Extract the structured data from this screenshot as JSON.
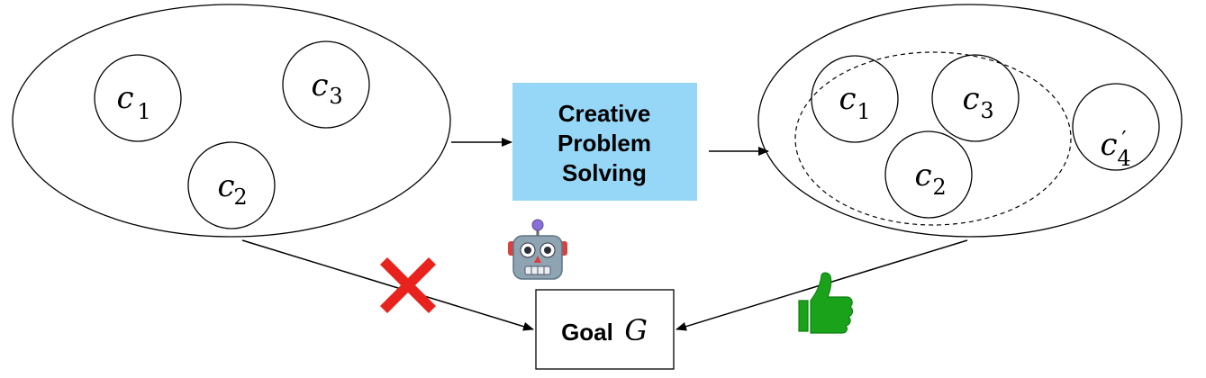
{
  "left_set": {
    "concepts": [
      {
        "symbol": "c",
        "sub": "1",
        "prime": ""
      },
      {
        "symbol": "c",
        "sub": "3",
        "prime": ""
      },
      {
        "symbol": "c",
        "sub": "2",
        "prime": ""
      }
    ]
  },
  "process_box": {
    "lines": [
      "Creative",
      "Problem",
      "Solving"
    ],
    "fill": "#96d7f7"
  },
  "right_set": {
    "concepts": [
      {
        "symbol": "c",
        "sub": "1",
        "prime": ""
      },
      {
        "symbol": "c",
        "sub": "3",
        "prime": ""
      },
      {
        "symbol": "c",
        "sub": "2",
        "prime": ""
      },
      {
        "symbol": "c",
        "sub": "4",
        "prime": "′"
      }
    ]
  },
  "goal_box": {
    "label": "Goal",
    "symbol": "G"
  },
  "icons": {
    "robot": "robot-icon",
    "cross": "cross-mark-icon",
    "thumbs": "thumbs-up-icon"
  },
  "colors": {
    "cross": "#e8231d",
    "thumbs": "#1aa31a",
    "robot_body": "#8fa4b3"
  }
}
